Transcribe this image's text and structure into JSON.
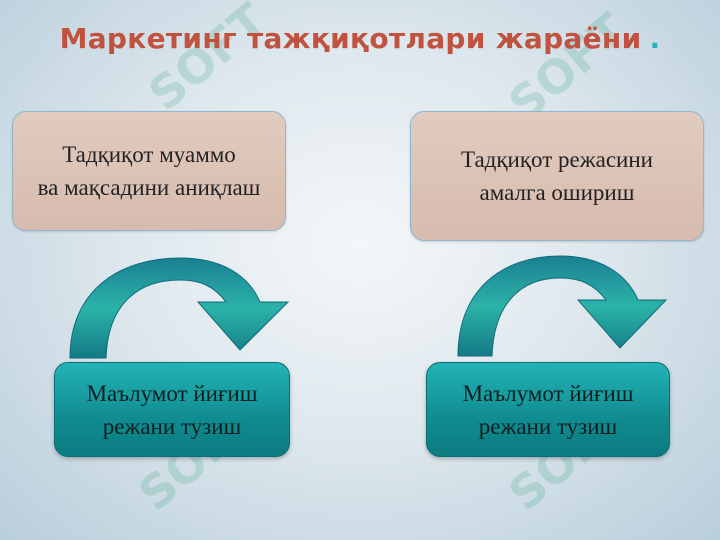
{
  "title": "Маркетинг тажқиқотлари жараёни",
  "title_mark": ".",
  "boxes": [
    {
      "line1": "Тадқиқот муаммо",
      "line2": "ва мақсадини аниқлаш"
    },
    {
      "line1": "Тадқиқот режасини",
      "line2": "амалга ошириш"
    },
    {
      "line1": "Маълумот йиғиш",
      "line2": "режани тузиш"
    },
    {
      "line1": "Маълумот йиғиш",
      "line2": "режани тузиш"
    }
  ],
  "watermark": "SOFT",
  "colors": {
    "title": "#c0523f",
    "accent": "#2bb3b8",
    "tan_box": "#d9c1b4",
    "teal_box": "#14999d"
  }
}
